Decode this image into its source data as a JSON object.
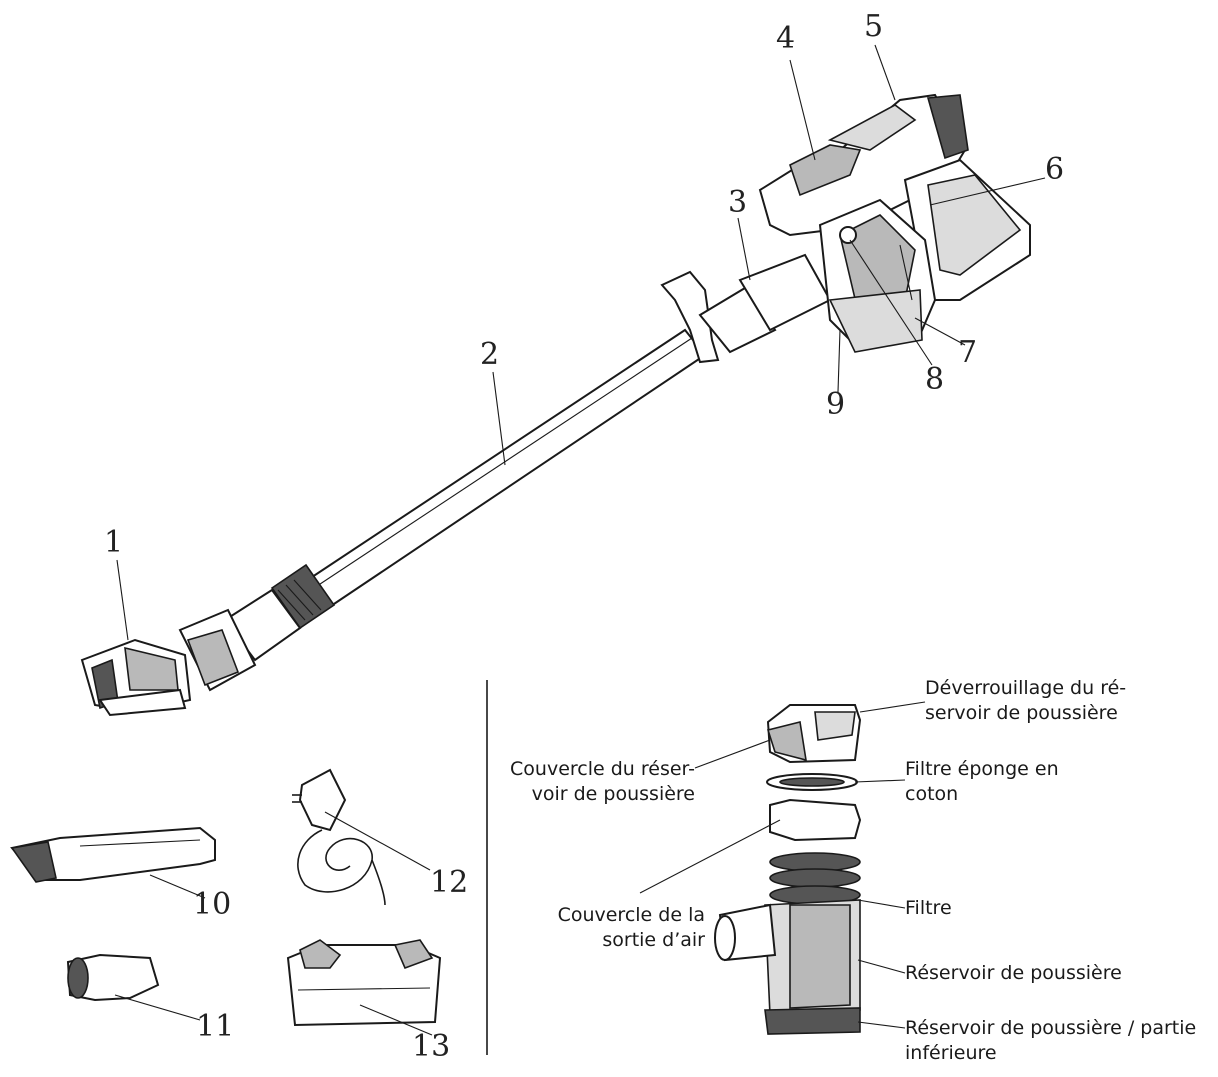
{
  "callouts": [
    "1",
    "2",
    "3",
    "4",
    "5",
    "6",
    "7",
    "8",
    "9",
    "10",
    "11",
    "12",
    "13"
  ],
  "labels": {
    "dust_release": [
      "Déverrouillage du ré-",
      "servoir de poussière"
    ],
    "dust_cover": [
      "Couvercle du réser-",
      "voir de poussière"
    ],
    "sponge_filter": [
      "Filtre éponge en",
      "coton"
    ],
    "air_outlet_cover": [
      "Couvercle de la",
      "sortie d’air"
    ],
    "filter": [
      "Filtre"
    ],
    "dust_tank": [
      "Réservoir de poussière"
    ],
    "dust_tank_bottom": [
      "Réservoir de poussière / partie",
      "inférieure"
    ]
  },
  "icons": [
    "vacuum-stick-drawing",
    "crevice-tool-drawing",
    "brush-adapter-drawing",
    "charger-drawing",
    "wall-mount-drawing",
    "dust-tank-exploded-drawing"
  ]
}
